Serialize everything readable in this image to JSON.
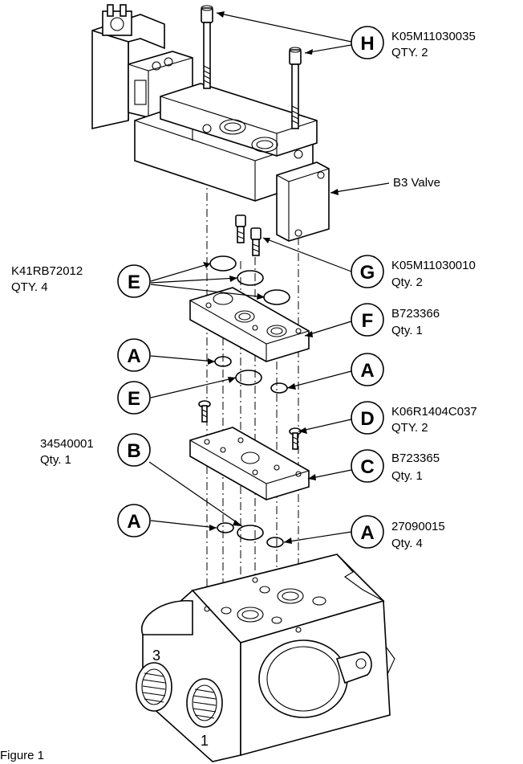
{
  "figure_caption": "Figure 1",
  "callouts": [
    {
      "letter": "H",
      "part": "K05M11030035",
      "qty": "QTY. 2"
    },
    {
      "letter": "E",
      "part": "K41RB72012",
      "qty": "QTY. 4"
    },
    {
      "letter": "G",
      "part": "K05M11030010",
      "qty": "Qty. 2"
    },
    {
      "letter": "F",
      "part": "B723366",
      "qty": "Qty. 1"
    },
    {
      "letter": "A",
      "part": "",
      "qty": ""
    },
    {
      "letter": "A",
      "part": "",
      "qty": ""
    },
    {
      "letter": "E",
      "part": "",
      "qty": ""
    },
    {
      "letter": "D",
      "part": "K06R1404C037",
      "qty": "QTY. 2"
    },
    {
      "letter": "B",
      "part": "34540001",
      "qty": "Qty. 1"
    },
    {
      "letter": "C",
      "part": "B723365",
      "qty": "Qty. 1"
    },
    {
      "letter": "A",
      "part": "",
      "qty": ""
    },
    {
      "letter": "A",
      "part": "27090015",
      "qty": "Qty. 4"
    }
  ],
  "valve_label": "B3 Valve",
  "port_labels": [
    "3",
    "1"
  ]
}
